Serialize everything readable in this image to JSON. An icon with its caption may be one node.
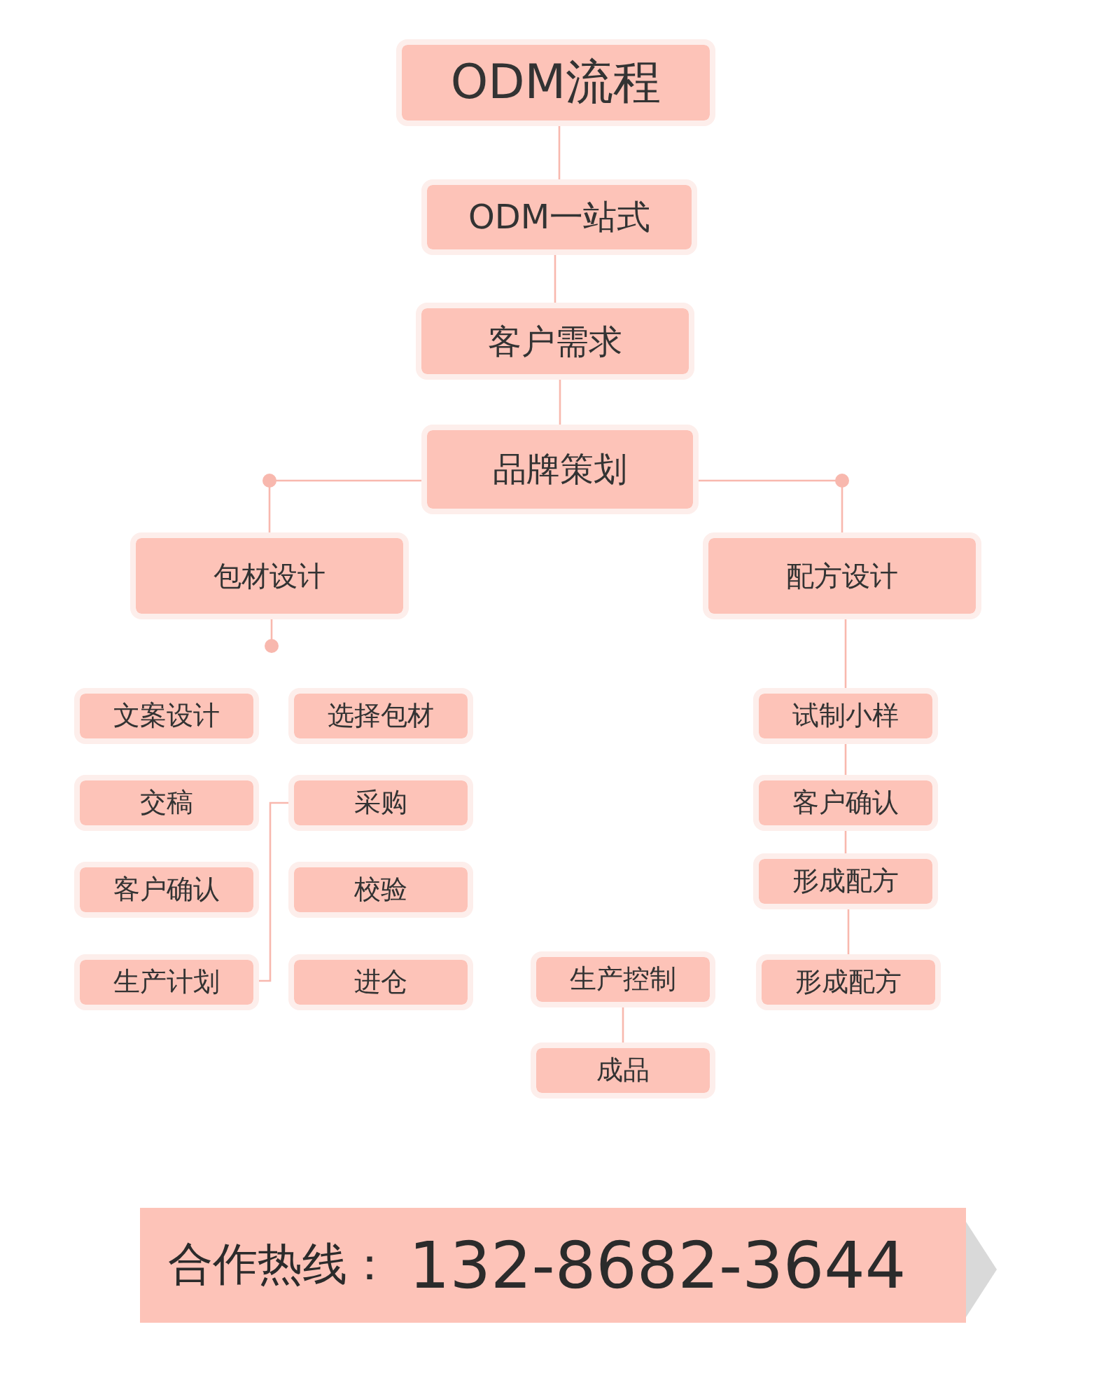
{
  "diagram": {
    "nodes": [
      {
        "text": [
          "ODM流程"
        ]
      },
      {
        "text": [
          "ODM一站式"
        ]
      },
      {
        "text": [
          "客户需求"
        ]
      },
      {
        "text": [
          "品牌策划"
        ]
      },
      {
        "text": [
          "包材设计"
        ]
      },
      {
        "text": [
          "配方设计"
        ]
      },
      {
        "text": [
          "文案设计"
        ]
      },
      {
        "text": [
          "选择包材"
        ]
      },
      {
        "text": [
          "交稿"
        ]
      },
      {
        "text": [
          "采购"
        ]
      },
      {
        "text": [
          "客户确认"
        ]
      },
      {
        "text": [
          "校验"
        ]
      },
      {
        "text": [
          "生产计划"
        ]
      },
      {
        "text": [
          "进仓"
        ]
      },
      {
        "text": [
          "生产控制"
        ]
      },
      {
        "text": [
          "成品"
        ]
      },
      {
        "text": [
          "试制小样"
        ]
      },
      {
        "text": [
          "客户确认"
        ]
      },
      {
        "text": [
          "形成配方"
        ]
      },
      {
        "text": [
          "形成配方"
        ]
      },
      {
        "text": [
          "合作热线：",
          "132-8682-3644"
        ]
      }
    ],
    "edges": [
      {
        "from": 0,
        "to": 1,
        "arrow": "none"
      },
      {
        "from": 1,
        "to": 2,
        "arrow": "none"
      },
      {
        "from": 2,
        "to": 3,
        "arrow": "none"
      },
      {
        "from": 3,
        "to": 4,
        "arrow": "none"
      },
      {
        "from": 3,
        "to": 5,
        "arrow": "none"
      },
      {
        "from": 4,
        "to": null,
        "arrow": "other"
      },
      {
        "from": 9,
        "to": 12,
        "arrow": "none"
      },
      {
        "from": 5,
        "to": 16,
        "arrow": "none"
      },
      {
        "from": 16,
        "to": 17,
        "arrow": "none"
      },
      {
        "from": 17,
        "to": 18,
        "arrow": "none"
      },
      {
        "from": 18,
        "to": 19,
        "arrow": "none"
      },
      {
        "from": 14,
        "to": 15,
        "arrow": "none"
      }
    ]
  }
}
